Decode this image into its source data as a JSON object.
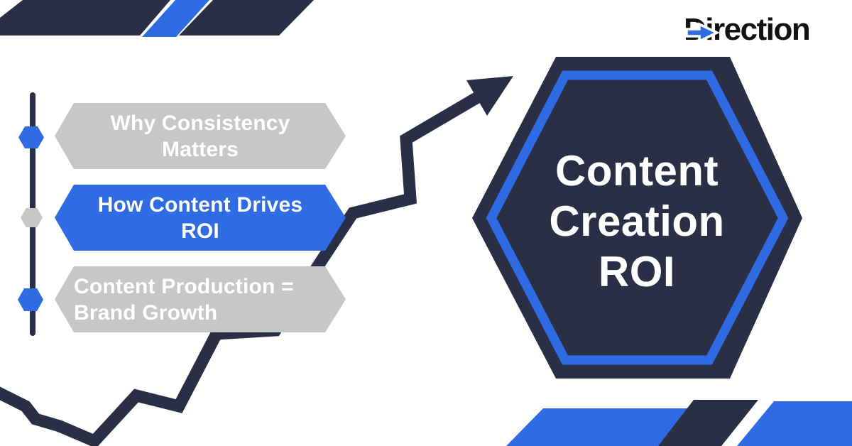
{
  "brand": {
    "logo_d": "D",
    "logo_rest": "irection",
    "logo_full": "Direction"
  },
  "colors": {
    "navy": "#2a2f45",
    "blue": "#2f6ce3",
    "gray": "#c5c6c8",
    "banner_text": "#ffffff",
    "logo_text": "#121212",
    "background": "#ffffff"
  },
  "timeline": {
    "items": [
      {
        "line1": "Why Consistency Matters",
        "line2": "",
        "banner_color": "gray",
        "bullet_color": "blue"
      },
      {
        "line1": "How Content Drives ROI",
        "line2": "",
        "banner_color": "blue",
        "bullet_color": "gray"
      },
      {
        "line1": "Content Production =",
        "line2": "Brand Growth",
        "banner_color": "gray",
        "bullet_color": "blue"
      }
    ]
  },
  "hexagon_badge": {
    "lines": [
      "Content",
      "Creation",
      "ROI"
    ]
  }
}
